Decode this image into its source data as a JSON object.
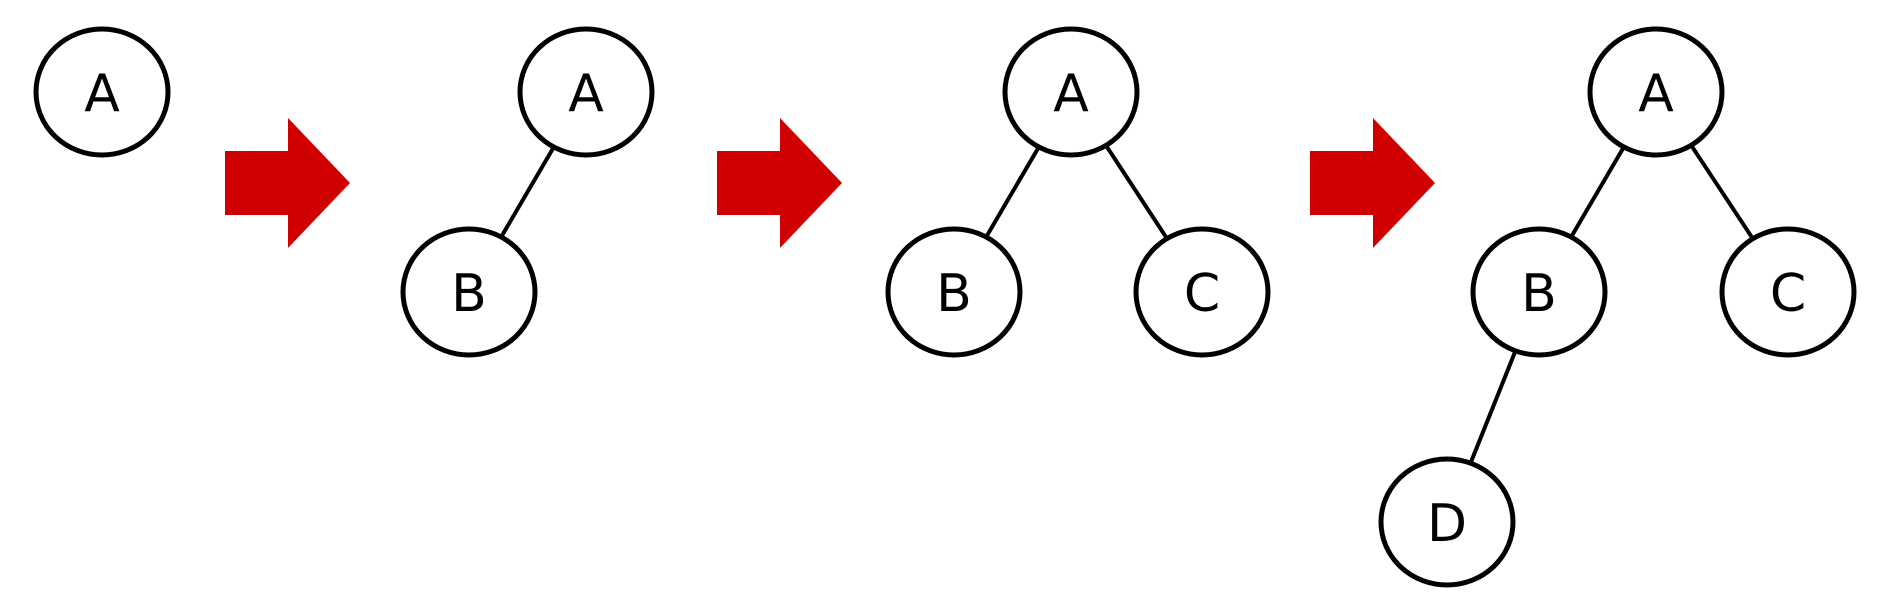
{
  "colors": {
    "arrow": "#d00000",
    "stroke": "#000000",
    "node_fill": "#ffffff"
  },
  "stages": [
    {
      "nodes": [
        {
          "id": "a",
          "label": "A"
        }
      ],
      "edges": []
    },
    {
      "nodes": [
        {
          "id": "a",
          "label": "A"
        },
        {
          "id": "b",
          "label": "B"
        }
      ],
      "edges": [
        [
          "a",
          "b"
        ]
      ]
    },
    {
      "nodes": [
        {
          "id": "a",
          "label": "A"
        },
        {
          "id": "b",
          "label": "B"
        },
        {
          "id": "c",
          "label": "C"
        }
      ],
      "edges": [
        [
          "a",
          "b"
        ],
        [
          "a",
          "c"
        ]
      ]
    },
    {
      "nodes": [
        {
          "id": "a",
          "label": "A"
        },
        {
          "id": "b",
          "label": "B"
        },
        {
          "id": "c",
          "label": "C"
        },
        {
          "id": "d",
          "label": "D"
        }
      ],
      "edges": [
        [
          "a",
          "b"
        ],
        [
          "a",
          "c"
        ],
        [
          "b",
          "d"
        ]
      ]
    }
  ],
  "arrows": [
    {
      "icon": "right-arrow-icon"
    },
    {
      "icon": "right-arrow-icon"
    },
    {
      "icon": "right-arrow-icon"
    }
  ]
}
